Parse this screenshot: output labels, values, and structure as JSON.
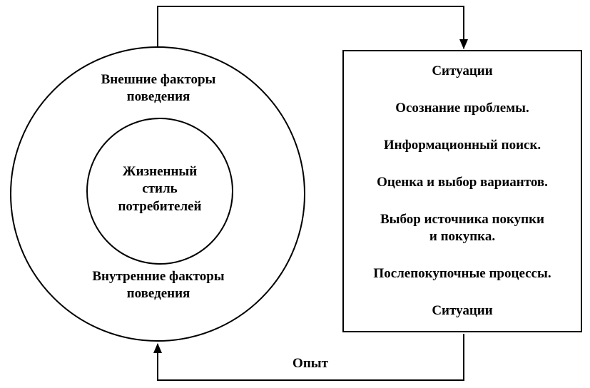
{
  "circle_model": {
    "outer_top_label": "Внешние факторы\nповедения",
    "inner_label": "Жизненный\nстиль\nпотребителей",
    "outer_bottom_label": "Внутренние факторы\nповедения"
  },
  "process_box": {
    "items": [
      "Ситуации",
      "Осознание проблемы.",
      "Информационный поиск.",
      "Оценка и выбор вариантов.",
      "Выбор источника покупки\nи покупка.",
      "Послепокупочные процессы.",
      "Ситуации"
    ]
  },
  "flow": {
    "experience_label": "Опыт"
  }
}
